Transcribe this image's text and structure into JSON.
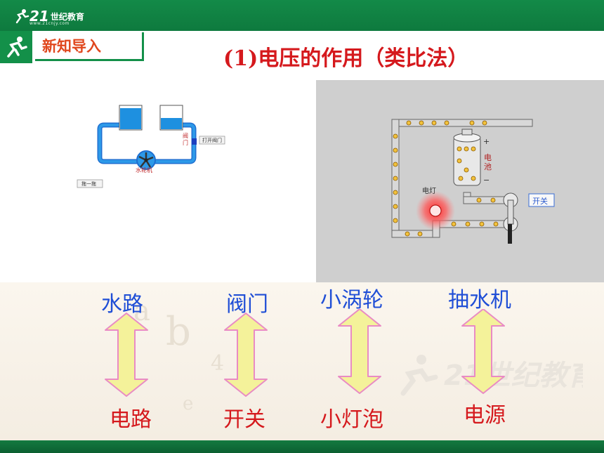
{
  "header": {
    "logo_number": "21",
    "logo_text": "世纪教育",
    "logo_sub": "www.21cnjy.com",
    "section_label": "新知导入"
  },
  "title": "(1)电压的作用（类比法）",
  "water_diagram": {
    "valve_label": "阀门",
    "valve_button": "打开阀门",
    "wheel_label": "水轮机",
    "step_button": "拖一拖"
  },
  "circuit_photo": {
    "battery_label": "电池",
    "lamp_label": "电灯",
    "switch_label": "开关",
    "plus": "+",
    "minus": "−"
  },
  "analogy": {
    "top": [
      "水路",
      "阀门",
      "小涡轮",
      "抽水机"
    ],
    "bottom": [
      "电路",
      "开关",
      "小灯泡",
      "电源"
    ]
  },
  "colors": {
    "green": "#139049",
    "title_red": "#d5191d",
    "label_blue": "#1f4ed6",
    "arrow_fill": "#f4f29a",
    "arrow_stroke": "#e98bc4"
  }
}
